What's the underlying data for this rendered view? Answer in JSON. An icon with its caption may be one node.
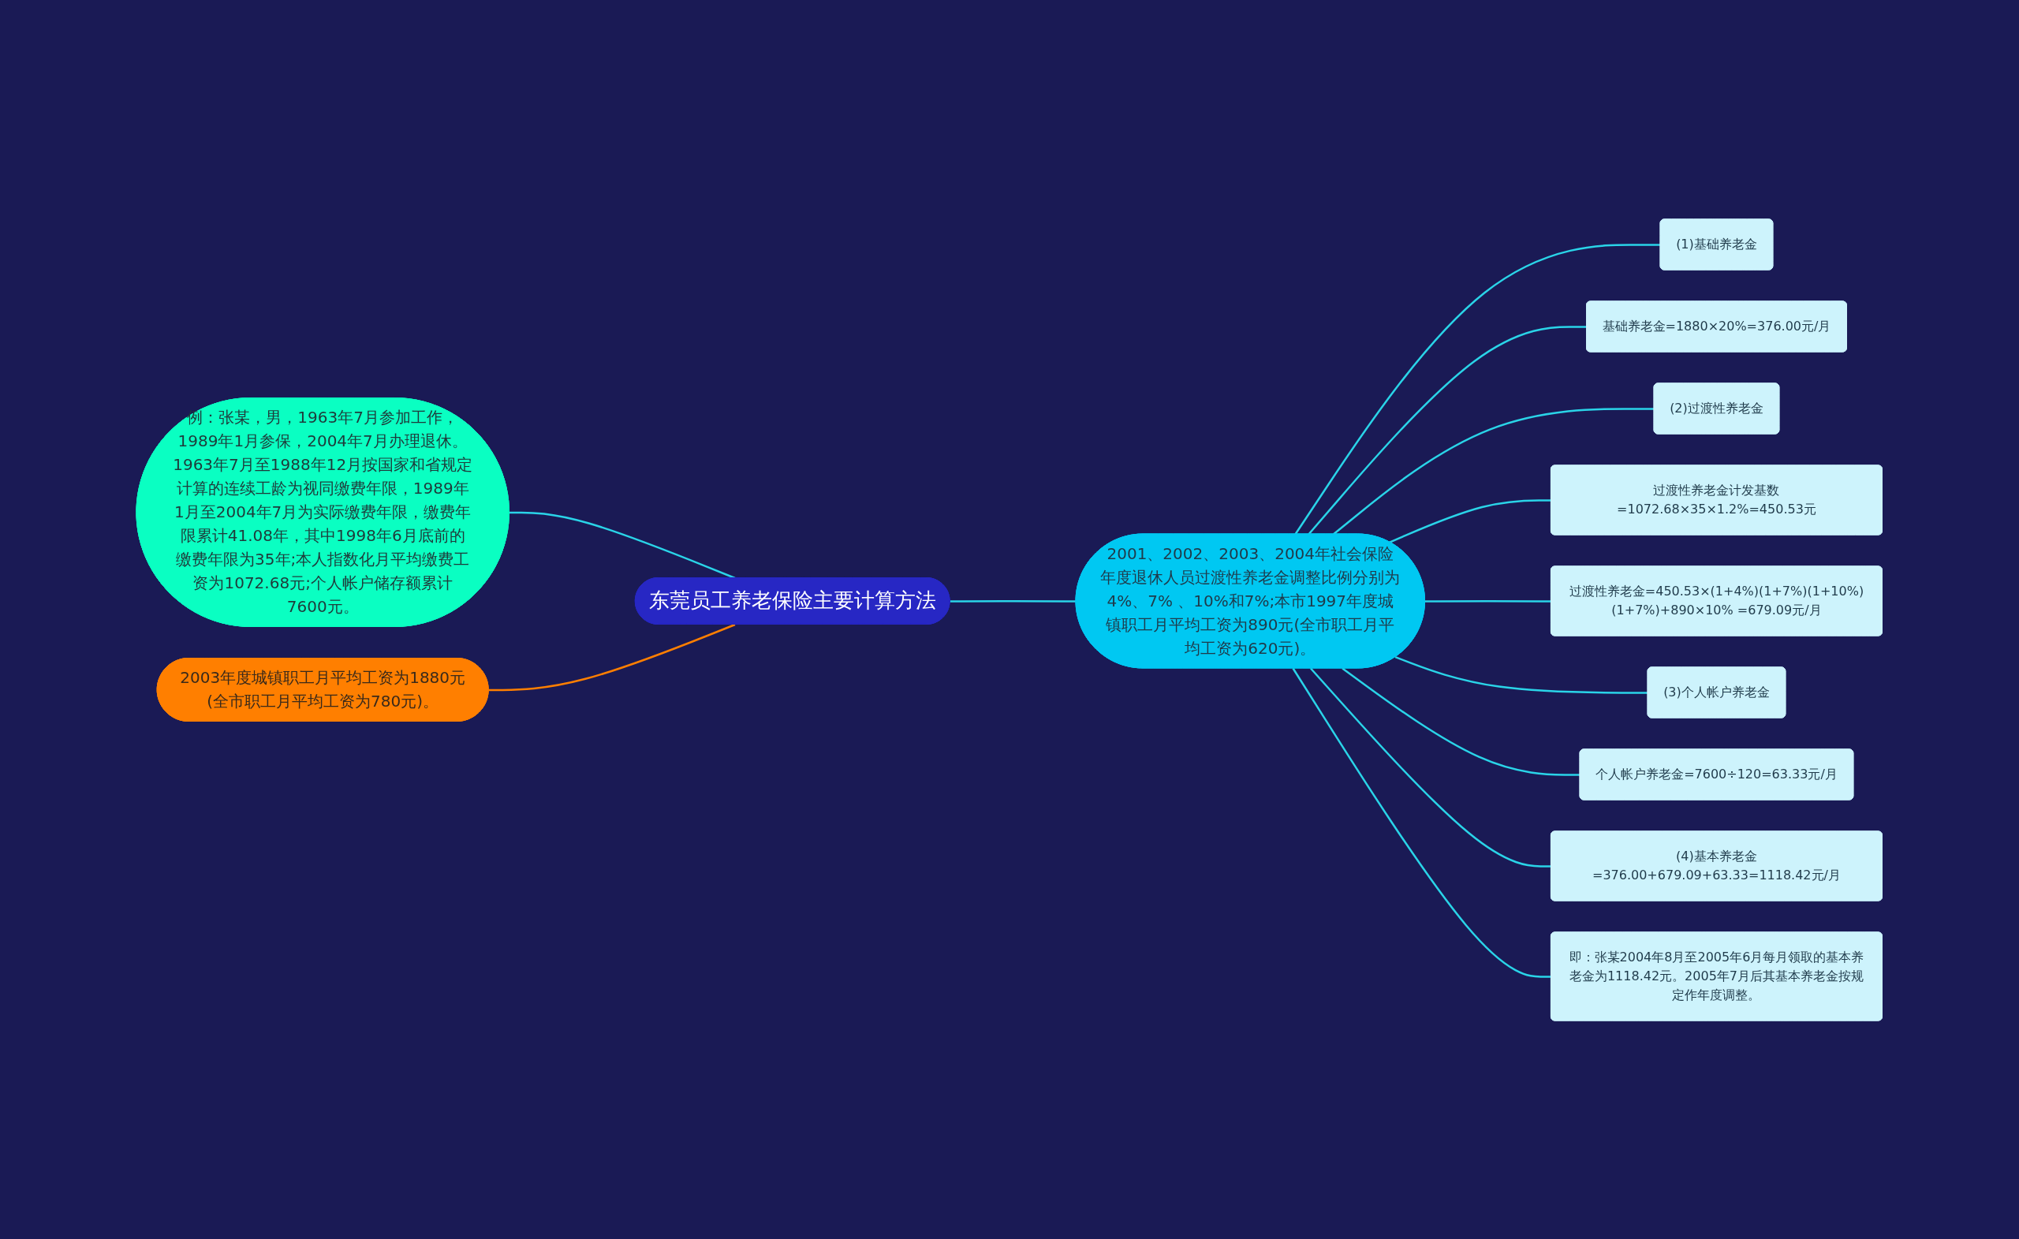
{
  "diagram": {
    "nodes": [
      {
        "text": [
          "东莞员工养老保险主要计算方法"
        ]
      },
      {
        "text": [
          "例：张某，男，1963年7月参加工作，1989年1月参保，2004年7月办理退休。1963年7月至1988年12月按国家和省规定计算的连续工龄为视同缴费年限，1989年1月至2004年7月为实际缴费年限，缴费年限累计41.08年，其中1998年6月底前的缴费年限为35年;本人指数化月平均缴费工资为1072.68元;个人帐户储存额累计7600元。"
        ]
      },
      {
        "text": [
          "2003年度城镇职工月平均工资为1880元(全市职工月平均工资为780元)。"
        ]
      },
      {
        "text": [
          "2001、2002、2003、2004年社会保险年度退休人员过渡性养老金调整比例分别为4%、7% 、10%和7%;本市1997年度城镇职工月平均工资为890元(全市职工月平均工资为620元)。"
        ]
      },
      {
        "text": [
          "(1)基础养老金"
        ]
      },
      {
        "text": [
          "基础养老金=1880×20%=376.00元/月"
        ]
      },
      {
        "text": [
          "(2)过渡性养老金"
        ]
      },
      {
        "text": [
          "过渡性养老金计发基数=1072.68×35×1.2%=450.53元"
        ]
      },
      {
        "text": [
          "过渡性养老金=450.53×(1+4%)(1+7%)(1+10%)(1+7%)+890×10% =679.09元/月"
        ]
      },
      {
        "text": [
          "(3)个人帐户养老金"
        ]
      },
      {
        "text": [
          "个人帐户养老金=7600÷120=63.33元/月"
        ]
      },
      {
        "text": [
          "(4)基本养老金=376.00+679.09+63.33=1118.42元/月"
        ]
      },
      {
        "text": [
          "即：张某2004年8月至2005年6月每月领取的基本养老金为1118.42元。2005年7月后其基本养老金按规定作年度调整。"
        ]
      }
    ],
    "edges": [
      {
        "from": 1,
        "to": 0,
        "arrow": "none"
      },
      {
        "from": 2,
        "to": 0,
        "arrow": "none",
        "color": "#ff7f00"
      },
      {
        "from": 0,
        "to": 3,
        "arrow": "none"
      },
      {
        "from": 3,
        "to": 4,
        "arrow": "none"
      },
      {
        "from": 3,
        "to": 5,
        "arrow": "none"
      },
      {
        "from": 3,
        "to": 6,
        "arrow": "none"
      },
      {
        "from": 3,
        "to": 7,
        "arrow": "none"
      },
      {
        "from": 3,
        "to": 8,
        "arrow": "none"
      },
      {
        "from": 3,
        "to": 9,
        "arrow": "none"
      },
      {
        "from": 3,
        "to": 10,
        "arrow": "none"
      },
      {
        "from": 3,
        "to": 11,
        "arrow": "none"
      },
      {
        "from": 3,
        "to": 12,
        "arrow": "none"
      }
    ]
  }
}
